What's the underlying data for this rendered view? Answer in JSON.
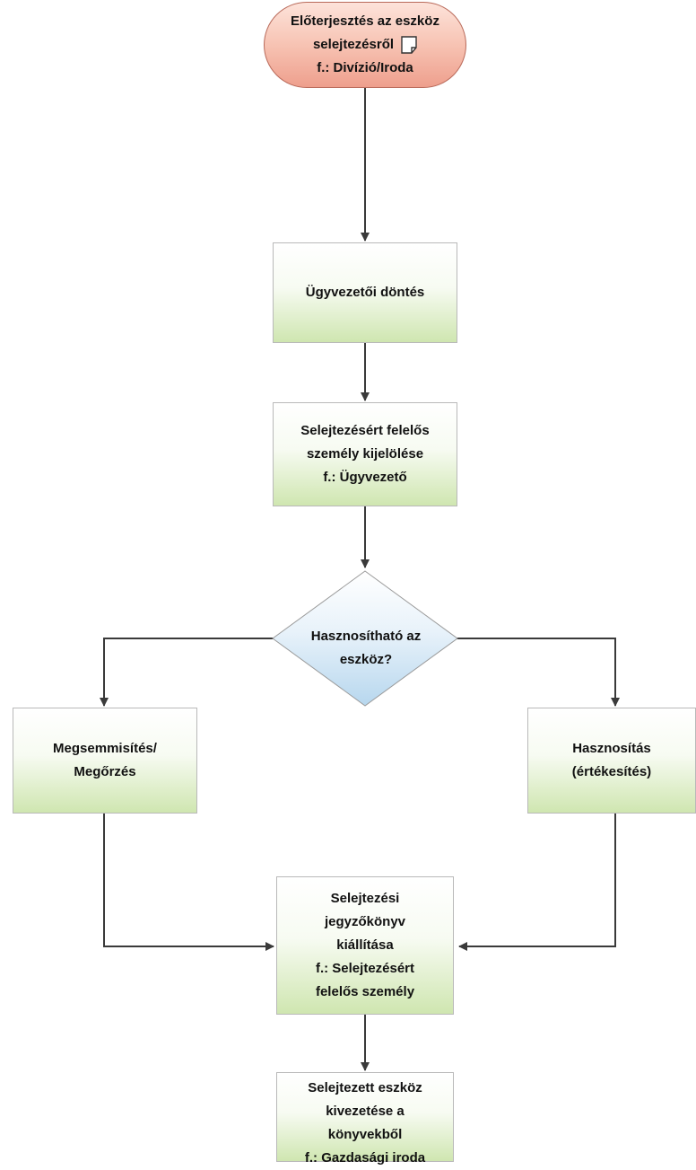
{
  "diagram": {
    "start": {
      "lines": [
        "Előterjesztés az eszköz",
        "selejtezésről",
        "f.: Divízió/Iroda"
      ],
      "icon": "document-icon",
      "color": "#f2b3a3"
    },
    "decision_maker": {
      "lines": [
        "Ügyvezetői döntés"
      ]
    },
    "assign_responsible": {
      "lines": [
        "Selejtezésért felelős",
        "személy kijelölése",
        "f.: Ügyvezető"
      ]
    },
    "decision": {
      "lines": [
        "Hasznosítható az",
        "eszköz?"
      ],
      "color": "#cfe4f4"
    },
    "destroy": {
      "lines": [
        "Megsemmisítés/",
        "Megőrzés"
      ]
    },
    "utilize": {
      "lines": [
        "Hasznosítás",
        "(értékesítés)"
      ]
    },
    "report": {
      "lines": [
        "Selejtezési",
        "jegyzőkönyv",
        "kiállítása",
        "f.: Selejtezésért",
        "felelős személy"
      ]
    },
    "writeoff": {
      "lines": [
        "Selejtezett eszköz",
        "kivezetése a",
        "könyvekből",
        "f.: Gazdasági iroda"
      ]
    },
    "colors": {
      "process_fill": "#d6eabd",
      "arrow": "#3a3a3a"
    }
  }
}
